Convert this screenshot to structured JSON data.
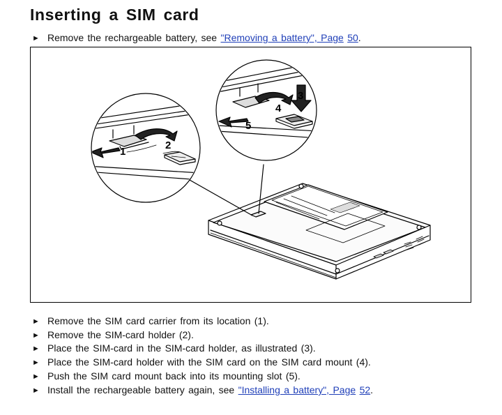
{
  "heading": "Inserting a SIM card",
  "intro": {
    "text": "Remove the rechargeable battery, see ",
    "link_text": "\"Removing a battery\", Page",
    "page_number": "50",
    "suffix": "."
  },
  "figure": {
    "callouts": [
      "1",
      "2",
      "3",
      "4",
      "5"
    ]
  },
  "steps": [
    {
      "text": "Remove the SIM card carrier from its location (1)."
    },
    {
      "text": "Remove the SIM-card holder (2)."
    },
    {
      "text": "Place the SIM-card in the SIM-card holder, as illustrated (3)."
    },
    {
      "text": "Place the SIM-card holder with the SIM card on the SIM card mount (4)."
    },
    {
      "text": "Push the SIM card mount back into its mounting slot (5)."
    }
  ],
  "final_step": {
    "text": "Install the rechargeable battery again, see ",
    "link_text": "\"Installing a battery\", Page",
    "page_number": "52",
    "suffix": "."
  },
  "icons": {
    "bullet": "right-pointing-triangle-icon"
  },
  "colors": {
    "link": "#1f3fb8",
    "text": "#111111",
    "border": "#000000"
  }
}
